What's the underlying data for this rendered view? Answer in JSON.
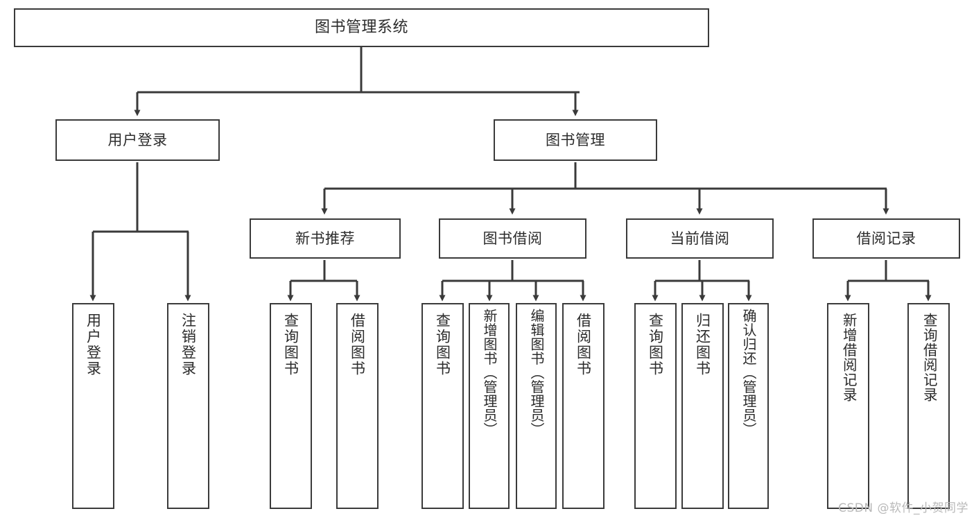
{
  "diagram": {
    "title": "图书管理系统",
    "type": "tree",
    "orientation": "top-down",
    "colors": {
      "stroke": "#3a3a3a",
      "fill": "#ffffff",
      "text": "#2b2b2b",
      "watermark": "#b9b9b9"
    },
    "root": {
      "id": "root",
      "label": "图书管理系统"
    },
    "level2": [
      {
        "id": "user-login",
        "label": "用户登录"
      },
      {
        "id": "book-management",
        "label": "图书管理"
      }
    ],
    "level3": [
      {
        "id": "new-book-recommend",
        "label": "新书推荐",
        "parent": "book-management"
      },
      {
        "id": "book-borrow",
        "label": "图书借阅",
        "parent": "book-management"
      },
      {
        "id": "current-borrow",
        "label": "当前借阅",
        "parent": "book-management"
      },
      {
        "id": "borrow-record",
        "label": "借阅记录",
        "parent": "book-management"
      }
    ],
    "leaves": [
      {
        "id": "leaf-user-login",
        "label": "用户登录",
        "parent": "user-login"
      },
      {
        "id": "leaf-user-logout",
        "label": "注销登录",
        "parent": "user-login"
      },
      {
        "id": "leaf-query-book-1",
        "label": "查询图书",
        "parent": "new-book-recommend"
      },
      {
        "id": "leaf-borrow-book-1",
        "label": "借阅图书",
        "parent": "new-book-recommend"
      },
      {
        "id": "leaf-query-book-2",
        "label": "查询图书",
        "parent": "book-borrow"
      },
      {
        "id": "leaf-add-book",
        "label": "新增图书（管理员）",
        "parent": "book-borrow"
      },
      {
        "id": "leaf-edit-book",
        "label": "编辑图书（管理员）",
        "parent": "book-borrow"
      },
      {
        "id": "leaf-borrow-book-2",
        "label": "借阅图书",
        "parent": "book-borrow"
      },
      {
        "id": "leaf-query-book-3",
        "label": "查询图书",
        "parent": "current-borrow"
      },
      {
        "id": "leaf-return-book",
        "label": "归还图书",
        "parent": "current-borrow"
      },
      {
        "id": "leaf-confirm-return",
        "label": "确认归还（管理员）",
        "parent": "current-borrow"
      },
      {
        "id": "leaf-add-record",
        "label": "新增借阅记录",
        "parent": "borrow-record"
      },
      {
        "id": "leaf-query-record",
        "label": "查询借阅记录",
        "parent": "borrow-record"
      }
    ]
  },
  "watermark": {
    "text": "CSDN @软件_小贺同学"
  }
}
